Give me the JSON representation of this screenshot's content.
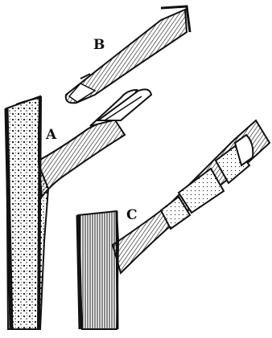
{
  "figure": {
    "labels": {
      "a": "A",
      "b": "B",
      "c": "C"
    },
    "ink_color": "#111111",
    "background_color": "#ffffff"
  }
}
